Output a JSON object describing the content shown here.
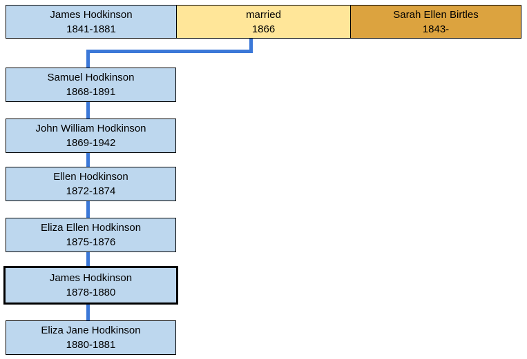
{
  "diagram": {
    "type": "family-tree",
    "parents": {
      "father": {
        "name": "James Hodkinson",
        "dates": "1841-1881"
      },
      "marriage": {
        "label": "married",
        "year": "1866"
      },
      "mother": {
        "name": "Sarah Ellen Birtles",
        "dates": "1843-"
      }
    },
    "children": [
      {
        "name": "Samuel Hodkinson",
        "dates": "1868-1891",
        "highlighted": false
      },
      {
        "name": "John William Hodkinson",
        "dates": "1869-1942",
        "highlighted": false
      },
      {
        "name": "Ellen Hodkinson",
        "dates": "1872-1874",
        "highlighted": false
      },
      {
        "name": "Eliza Ellen Hodkinson",
        "dates": "1875-1876",
        "highlighted": false
      },
      {
        "name": "James Hodkinson",
        "dates": "1878-1880",
        "highlighted": true
      },
      {
        "name": "Eliza Jane Hodkinson",
        "dates": "1880-1881",
        "highlighted": false
      }
    ],
    "colors": {
      "person_fill": "#BDD7EE",
      "marriage_fill": "#FFE699",
      "mother_fill": "#DCA33F",
      "connector": "#3B78D8",
      "box_border": "#000000",
      "highlight_border": "#000000",
      "background": "#FFFFFF"
    }
  }
}
